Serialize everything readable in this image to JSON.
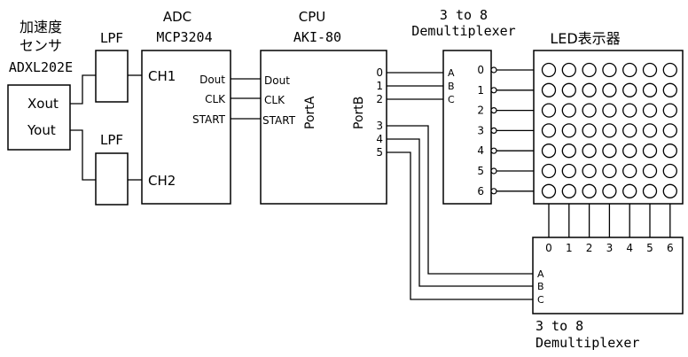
{
  "sensor": {
    "title_line1": "加速度",
    "title_line2": "センサ",
    "model": "ADXL202E",
    "xout": "Xout",
    "yout": "Yout"
  },
  "lpf": {
    "label_top": "LPF",
    "label_bottom": "LPF"
  },
  "adc": {
    "title": "ADC",
    "model": "MCP3204",
    "ch1": "CH1",
    "ch2": "CH2",
    "dout": "Dout",
    "clk": "CLK",
    "start": "START"
  },
  "cpu": {
    "title": "CPU",
    "model": "AKI-80",
    "dout": "Dout",
    "clk": "CLK",
    "start": "START",
    "port_a": "PortA",
    "port_b": "PortB",
    "portb_pins": [
      "0",
      "1",
      "2",
      "3",
      "4",
      "5"
    ]
  },
  "demux_top": {
    "title_line1": "3 to 8",
    "title_line2": "Demultiplexer",
    "inputs": [
      "A",
      "B",
      "C"
    ],
    "outputs": [
      "0",
      "1",
      "2",
      "3",
      "4",
      "5",
      "6"
    ]
  },
  "led": {
    "title": "LED表示器",
    "rows": 7,
    "cols": 7
  },
  "demux_bottom": {
    "title_line1": "3 to 8",
    "title_line2": "Demultiplexer",
    "inputs": [
      "A",
      "B",
      "C"
    ],
    "outputs": [
      "0",
      "1",
      "2",
      "3",
      "4",
      "5",
      "6"
    ]
  }
}
